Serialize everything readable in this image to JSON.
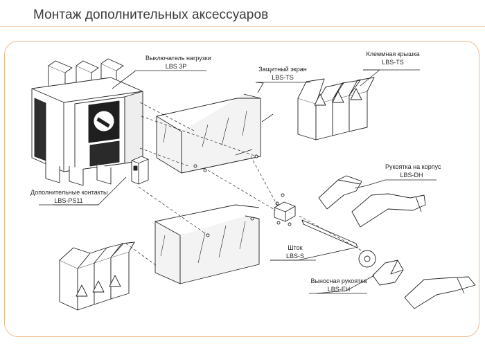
{
  "title": "Монтаж дополнительных аксессуаров",
  "colors": {
    "frame": "#f0b98c",
    "line": "#222222",
    "glass": "#f3f3f3"
  },
  "labels": {
    "switch": {
      "name": "Выключатель нагрузки",
      "code": "LBS  3P"
    },
    "terminal_cover": {
      "name": "Клеммная крышка",
      "code": "LBS-TS"
    },
    "shield": {
      "name": "Защитный экран",
      "code": "LBS-TS"
    },
    "case_handle": {
      "name": "Рукоятка на корпус",
      "code": "LBS-DH"
    },
    "aux_contacts": {
      "name": "Дополнительные контакты",
      "code": "LBS-PS11"
    },
    "rod": {
      "name": "Шток",
      "code": "LBS-S"
    },
    "ext_handle": {
      "name": "Выносная рукоятка",
      "code": "LBS-EH"
    }
  }
}
